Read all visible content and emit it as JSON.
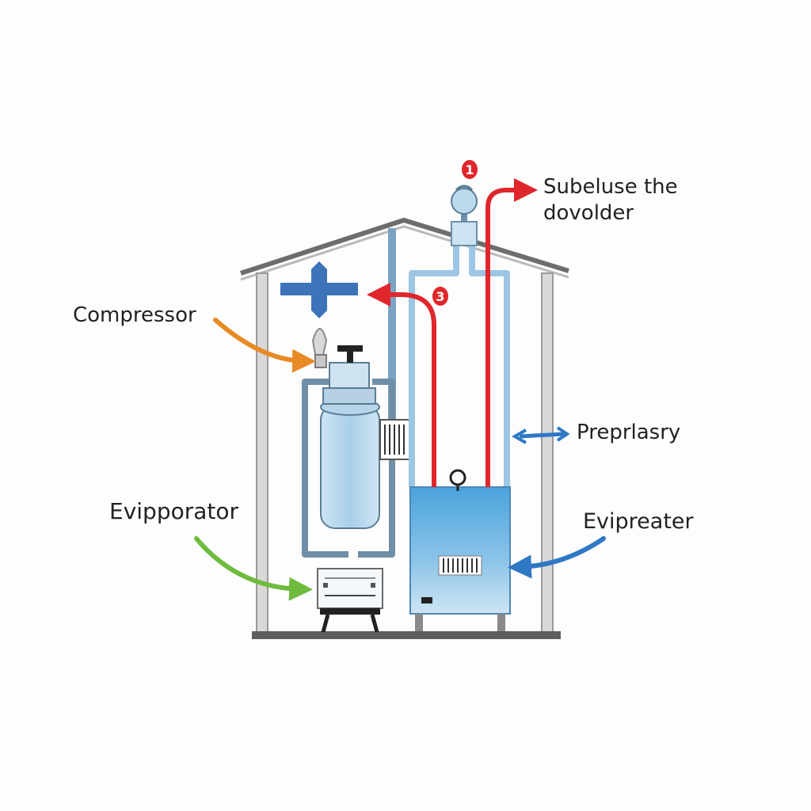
{
  "labels": {
    "compressor": "Compressor",
    "evaporator_left": "Evipporator",
    "top_right_line1": "Subeluse the",
    "top_right_line2": "dovolder",
    "preprlasry": "Preprlasry",
    "evaporator_right": "Evipreater"
  },
  "badges": {
    "one": "1",
    "three": "3"
  },
  "colors": {
    "hot_pipe": "#e0262b",
    "cool_pipe": "#7fb6dd",
    "accent_blue": "#2f78c4",
    "accent_orange": "#e88a26",
    "accent_green": "#6fbb3e",
    "house_frame": "#6d6d6d"
  }
}
